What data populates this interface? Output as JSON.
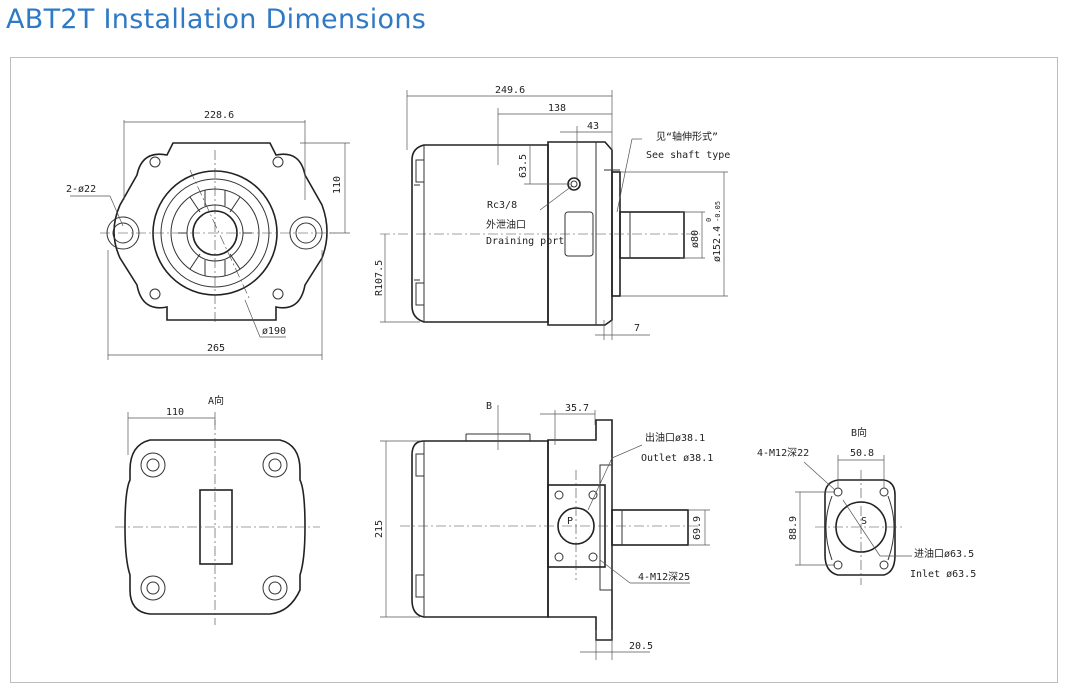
{
  "page": {
    "title": "ABT2T Installation Dimensions"
  },
  "front_view": {
    "width_top": "228.6",
    "hole_count_dia": "2-ø22",
    "half_height": "110",
    "circle_dia": "ø190",
    "overall_width": "265"
  },
  "side_view": {
    "overall_length": "249.6",
    "length_138": "138",
    "length_43": "43",
    "port_offset": "63.5",
    "shaft_note_cn": "见“轴伸形式”",
    "shaft_note_en": "See shaft type",
    "port_thread": "Rc3/8",
    "drain_cn": "外泄油口",
    "drain_en": "Draining port",
    "radius": "R107.5",
    "shaft_dia": "ø80",
    "pilot_dia": "ø152.4",
    "pilot_tol_upper": "0",
    "pilot_tol_lower": "-0.05",
    "flange_thk": "7"
  },
  "a_view": {
    "label": "A向",
    "width_110": "110"
  },
  "bottom_view": {
    "b_label": "B",
    "dim_35_7": "35.7",
    "outlet_cn": "出油口ø38.1",
    "outlet_en": "Outlet ø38.1",
    "height_215": "215",
    "shaft_69_9": "69.9",
    "p_label": "P",
    "bolt_note": "4-M12深25",
    "dim_20_5": "20.5"
  },
  "b_view": {
    "label": "B向",
    "bolt_note": "4-M12深22",
    "width_50_8": "50.8",
    "height_88_9": "88.9",
    "s_label": "S",
    "inlet_cn": "进油口ø63.5",
    "inlet_en": "Inlet ø63.5"
  }
}
